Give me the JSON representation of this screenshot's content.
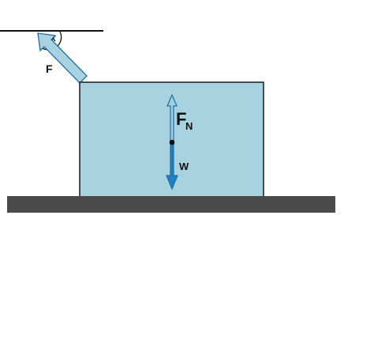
{
  "diagram": {
    "labels": {
      "force": "F",
      "angle": "x",
      "normal_main": "F",
      "normal_sub": "N",
      "weight": "W"
    },
    "colors": {
      "block_fill": "#a9d2e0",
      "block_stroke": "#1a1a1a",
      "ground": "#4a4a4a",
      "ceiling_line": "#111111",
      "applied_force_arrow": "#a9d2e0",
      "normal_force_arrow": "#9fcde2",
      "weight_arrow": "#1f7fc2",
      "arrow_outline": "#1f6fa0"
    }
  }
}
